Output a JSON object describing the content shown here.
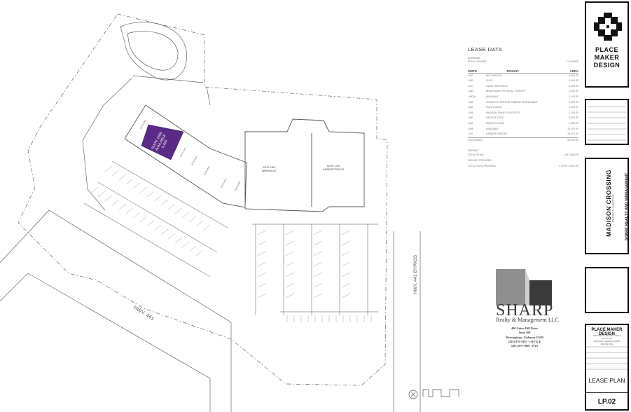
{
  "site": {
    "tenants": [
      {
        "suite": "SUITE 1660",
        "status": "AVAILABLE",
        "area": "5,460"
      },
      {
        "suite": "SUITE 1300",
        "name": "SHOE CARNIVAL",
        "small": true
      },
      {
        "suite": "SUITE 1400",
        "name": "ROSS DRESS",
        "small": true
      },
      {
        "suite": "SUITE 1500",
        "name": "MATTRESS",
        "small": true
      },
      {
        "suite": "SUITE 1600",
        "name": "HALO",
        "small": true
      },
      {
        "suite": "SUITE 1800",
        "name": "MARSHALLS"
      },
      {
        "suite": "SUITE 1700",
        "name": "HARBOR FREIGHT"
      },
      {
        "suite": "SUITE 1900",
        "name": "JERSEY MIKES",
        "small": true
      },
      {
        "suite": "SUITE 1906",
        "name": "MARCO'S PIZZA",
        "small": true
      }
    ],
    "roads": {
      "hwy441": "HWY. 441",
      "bypass": "HWY. 441 BYPASS"
    }
  },
  "lease_data": {
    "title": "LEASE DATA",
    "acreage_label": "ACREAGE",
    "acreage_row": [
      "RETAIL CENTER",
      "7.5 ACRES"
    ],
    "headers": [
      "SUITE",
      "TENANT",
      "AREA"
    ],
    "rows": [
      [
        "1000",
        "DOG HAVOCO",
        "3,600 SF"
      ],
      [
        "1400",
        "CLEO",
        "2,400 SF"
      ],
      [
        "1410",
        "GOOD HAIR DOGO",
        "1,600 SF"
      ],
      [
        "1480",
        "BENCHMARK PHYSICAL THERAPY",
        "2,000 SF"
      ],
      [
        "1480-A",
        "AVAILABLE",
        "1,143 SF"
      ],
      [
        "1482",
        "JOHNNY'S FORTUNE CHINESE RESTAURANT",
        "1,600 SF"
      ],
      [
        "1484",
        "FACE & NAILS",
        "1,200 SF"
      ],
      [
        "1486",
        "MADISON FAMILY DENTISTRY",
        "2,700 SF"
      ],
      [
        "1490",
        "GROOVE CAFE",
        "3,800 SF"
      ],
      [
        "1494",
        "MARCO'S PIZZA",
        "1,300 SF"
      ],
      [
        "1498",
        "AVAILABLE",
        "20,100 SF"
      ],
      [
        "1700",
        "HARBOR FREIGHT",
        "15,075 SF"
      ]
    ],
    "total_row": [
      "TOTAL AREA",
      "",
      "63,998 SF"
    ],
    "parking_label": "PARKING",
    "parking_rows": [
      [
        "TOTAL RETAIL",
        "324 SPACES"
      ],
      [
        "PARKING PROVIDED",
        ""
      ],
      [
        "TOTAL RATIO PROVIDED",
        "4.75 SP / 1000 SF"
      ]
    ]
  },
  "brand": {
    "pmd_lines": [
      "PLACE",
      "MAKER",
      "DESIGN"
    ],
    "sharp_word": "SHARP",
    "sharp_sub": "Realty & Management LLC",
    "address": [
      "400 Union Hill Drive",
      "Suite 300",
      "Birmingham, Alabama 35209",
      "(205) 879-1995 - OFFICE",
      "(205) 879-1900 - FAX"
    ]
  },
  "titleblock": {
    "project": "MADISON CROSSING",
    "location": "MADISON, GEORGIA",
    "client": "SHARP REALTY AND MANAGEMENT",
    "firm": "PLACE MAKER DESIGN",
    "firm_addr": [
      "2604 FIRST AVENUE CIRCLE",
      "SUITE 100",
      "MONROE, GEORGIA 30655",
      "404.969.9632"
    ],
    "sheet_name": "LEASE PLAN",
    "sheet_no": "LP.02"
  },
  "colors": {
    "available": "#5b2a86",
    "ink": "#333333",
    "gray": "#8f8f8f",
    "dark": "#444444"
  }
}
